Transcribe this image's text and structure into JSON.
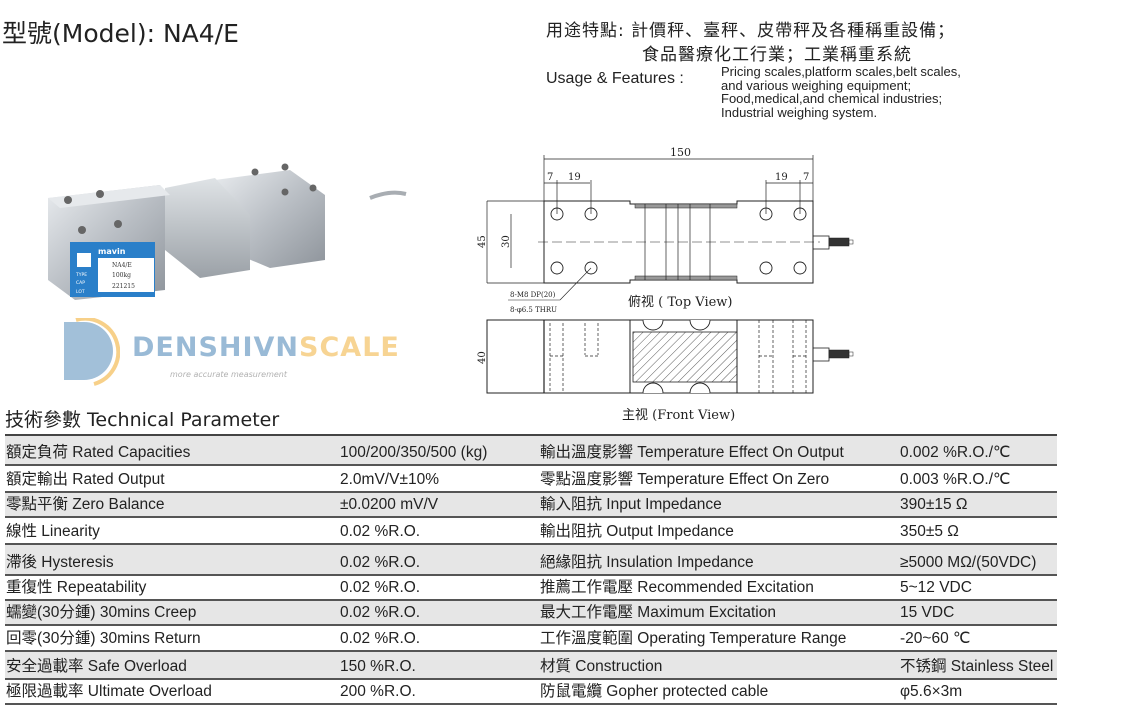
{
  "title": "型號(Model): NA4/E",
  "usage": {
    "cn_line1": "用途特點: 計價秤、臺秤、皮帶秤及各種稱重設備；",
    "cn_line2": "食品醫療化工行業；工業稱重系統",
    "label": "Usage & Features :",
    "lines": [
      "Pricing scales,platform scales,belt scales,",
      "and various weighing equipment;",
      "Food,medical,and chemical industries;",
      "Industrial weighing system."
    ]
  },
  "photo_label": {
    "brand": "mavin",
    "type_key": "TYPE",
    "type_val": "NA4/E",
    "cap_key": "CAP",
    "cap_val": "100kg",
    "lot_key": "LOT",
    "lot_val": "221215"
  },
  "drawing": {
    "dim_length": "150",
    "dim_edge_left": "7",
    "dim_pitch_left": "19",
    "dim_pitch_right": "19",
    "dim_edge_right": "7",
    "dim_width": "45",
    "dim_hole_spacing": "30",
    "dim_height": "40",
    "hole_note1": "8-M8 DP(20)",
    "hole_note2": "8-φ6.5 THRU",
    "top_view_label": "俯视 ( Top  View)",
    "front_view_label": "主视 (Front View)"
  },
  "watermark": {
    "brand_a": "DENSHIVN",
    "brand_b": "SCALE",
    "tagline": "more accurate measurement"
  },
  "section_title": "技術參數 Technical Parameter",
  "rows": [
    {
      "l_label": "額定負荷 Rated Capacities",
      "l_value": "100/200/350/500 (kg)",
      "r_label": "輸出溫度影響 Temperature Effect On Output",
      "r_value": "0.002 %R.O./℃"
    },
    {
      "l_label": "額定輸出 Rated Output",
      "l_value": "2.0mV/V±10%",
      "r_label": "零點溫度影響 Temperature Effect On Zero",
      "r_value": "0.003 %R.O./℃"
    },
    {
      "l_label": "零點平衡 Zero Balance",
      "l_value": "±0.0200 mV/V",
      "r_label": "輸入阻抗 Input Impedance",
      "r_value": "390±15 Ω"
    },
    {
      "l_label": "線性 Linearity",
      "l_value": "0.02 %R.O.",
      "r_label": "輸出阻抗 Output Impedance",
      "r_value": "350±5 Ω"
    },
    {
      "l_label": "滯後 Hysteresis",
      "l_value": "0.02 %R.O.",
      "r_label": "絕緣阻抗 Insulation Impedance",
      "r_value": "≥5000 MΩ/(50VDC)"
    },
    {
      "l_label": "重復性 Repeatability",
      "l_value": "0.02 %R.O.",
      "r_label": "推薦工作電壓 Recommended Excitation",
      "r_value": "5~12 VDC"
    },
    {
      "l_label": "蠕變(30分鍾) 30mins Creep",
      "l_value": "0.02 %R.O.",
      "r_label": "最大工作電壓 Maximum Excitation",
      "r_value": "15 VDC"
    },
    {
      "l_label": "回零(30分鍾) 30mins Return",
      "l_value": "0.02 %R.O.",
      "r_label": "工作溫度範圍 Operating Temperature Range",
      "r_value": "-20~60 ℃"
    },
    {
      "l_label": "安全過載率 Safe Overload",
      "l_value": "150 %R.O.",
      "r_label": "材質 Construction",
      "r_value": "不锈鋼 Stainless Steel"
    },
    {
      "l_label": "極限過載率 Ultimate Overload",
      "l_value": "200 %R.O.",
      "r_label": "防鼠電纜 Gopher protected cable",
      "r_value": "φ5.6×3m"
    }
  ]
}
